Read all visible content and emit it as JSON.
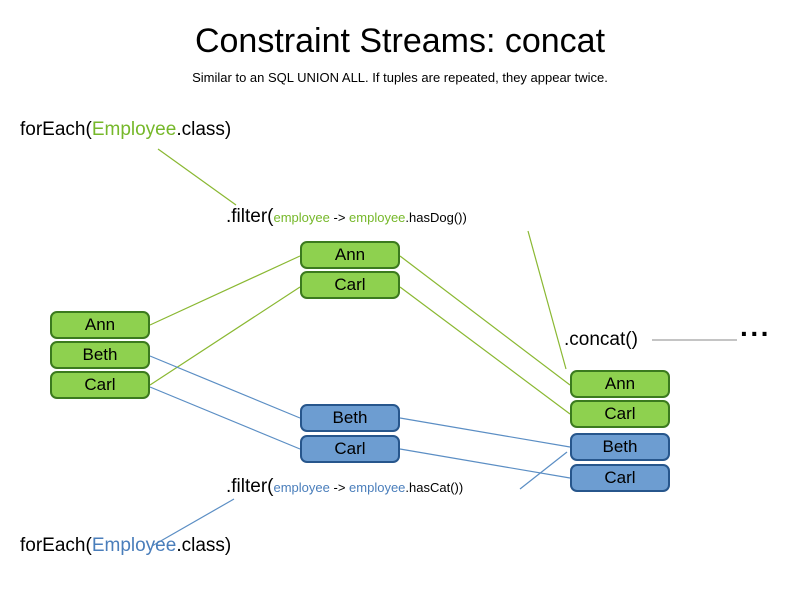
{
  "slide": {
    "title": "Constraint Streams: concat",
    "subtitle": "Similar to an SQL UNION ALL. If tuples are repeated, they appear twice."
  },
  "labels": {
    "foreach_top": {
      "pre": "forEach(",
      "cls": "Employee",
      "post": ".class)"
    },
    "foreach_bottom": {
      "pre": "forEach(",
      "cls": "Employee",
      "post": ".class)"
    },
    "filter_dog": {
      "pre": ".filter(",
      "p1": "employee",
      "arrow": " -> ",
      "p2": "employee",
      "post": ".hasDog())"
    },
    "filter_cat": {
      "pre": ".filter(",
      "p1": "employee",
      "arrow": " -> ",
      "p2": "employee",
      "post": ".hasCat())"
    },
    "concat": ".concat()",
    "ellipsis": "···"
  },
  "streams": {
    "source": [
      "Ann",
      "Beth",
      "Carl"
    ],
    "has_dog": [
      "Ann",
      "Carl"
    ],
    "has_cat": [
      "Beth",
      "Carl"
    ],
    "result": [
      "Ann",
      "Carl",
      "Beth",
      "Carl"
    ]
  },
  "colors": {
    "green_fill": "#8ed14f",
    "green_border": "#3b7a1e",
    "green_text": "#76b82a",
    "green_line": "#8ab832",
    "blue_fill": "#6d9dd1",
    "blue_border": "#27568c",
    "blue_text": "#4a7ebb",
    "blue_line": "#5b8ec4"
  }
}
